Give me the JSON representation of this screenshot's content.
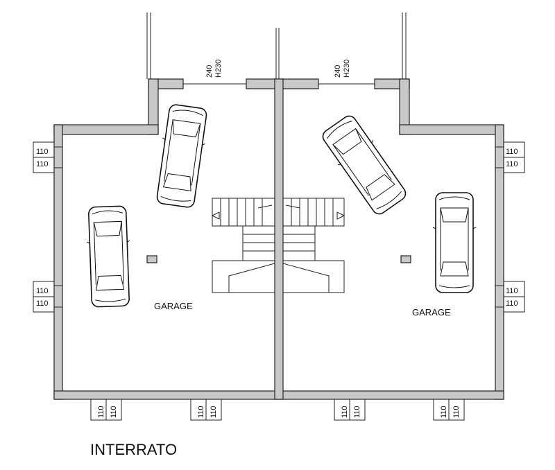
{
  "plan": {
    "title": "INTERRATO",
    "rooms": [
      {
        "label": "GARAGE"
      },
      {
        "label": "GARAGE"
      }
    ],
    "doors": [
      {
        "width": "240",
        "height": "H230"
      },
      {
        "width": "240",
        "height": "H230"
      }
    ],
    "windows": [
      {
        "top": "110",
        "bottom": "110"
      },
      {
        "top": "110",
        "bottom": "110"
      },
      {
        "top": "110",
        "bottom": "110"
      },
      {
        "top": "110",
        "bottom": "110"
      },
      {
        "top": "110",
        "bottom": "110"
      },
      {
        "top": "110",
        "bottom": "110"
      },
      {
        "top": "110",
        "bottom": "110"
      },
      {
        "top": "110",
        "bottom": "110"
      }
    ],
    "colors": {
      "wall_fill": "#c8c8c8",
      "line": "#222222",
      "background": "#ffffff"
    }
  }
}
